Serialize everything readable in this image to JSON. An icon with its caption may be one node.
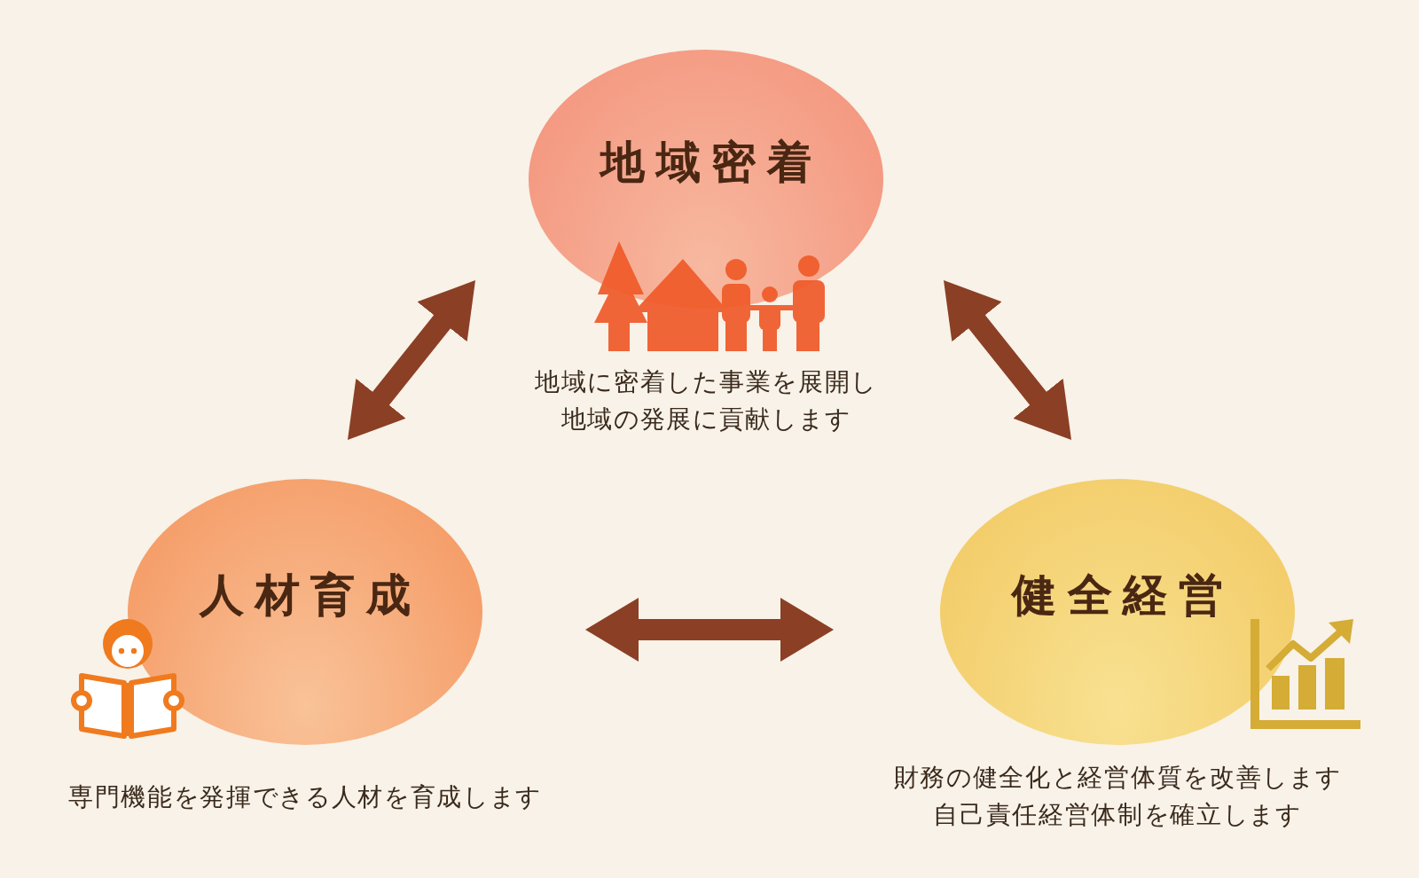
{
  "diagram": {
    "nodes": [
      {
        "text": [
          "地域密着"
        ],
        "beside": [
          "地域に密着した事業を展開し地域の発展に貢献します"
        ]
      },
      {
        "text": [
          "人材育成"
        ],
        "beside": [
          "専門機能を発揮できる人材を育成します"
        ]
      },
      {
        "text": [
          "健全経営"
        ],
        "beside": [
          "財務の健全化と経営体質を改善します自己責任経営体制を確立します"
        ]
      }
    ],
    "edges": [
      {
        "from": 0,
        "to": 1,
        "arrow": "both"
      },
      {
        "from": 0,
        "to": 2,
        "arrow": "both"
      },
      {
        "from": 1,
        "to": 2,
        "arrow": "both"
      }
    ]
  }
}
